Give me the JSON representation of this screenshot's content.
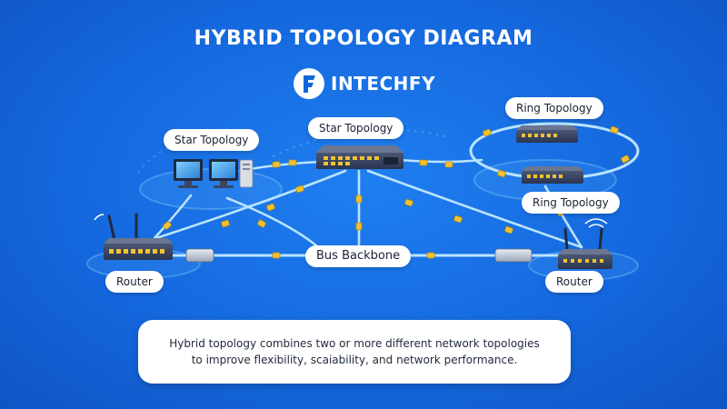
{
  "header": {
    "title": "HYBRID TOPOLOGY DIAGRAM"
  },
  "brand": {
    "logo_name": "INTECHFY",
    "icon": "brand-f-icon"
  },
  "labels": {
    "star_left": "Star Topology",
    "star_center": "Star Topology",
    "ring_top": "Ring Topology",
    "ring_bottom": "Ring Topology",
    "bus": "Bus Backbone",
    "router_left": "Router",
    "router_right": "Router"
  },
  "description": {
    "line1": "Hybrid topology combines two or more different network topologies",
    "line2": "to improve flexibility, scaiability, and network performance."
  },
  "colors": {
    "background": "#1466dc",
    "cable": "#b9e3ff",
    "connector": "#f2c230",
    "device_body": "#2c3650",
    "port_led": "#f2c230",
    "label_bg": "#ffffff"
  },
  "icons": [
    "desktop-computer-icon",
    "network-switch-icon",
    "router-icon",
    "bus-connector-icon"
  ]
}
